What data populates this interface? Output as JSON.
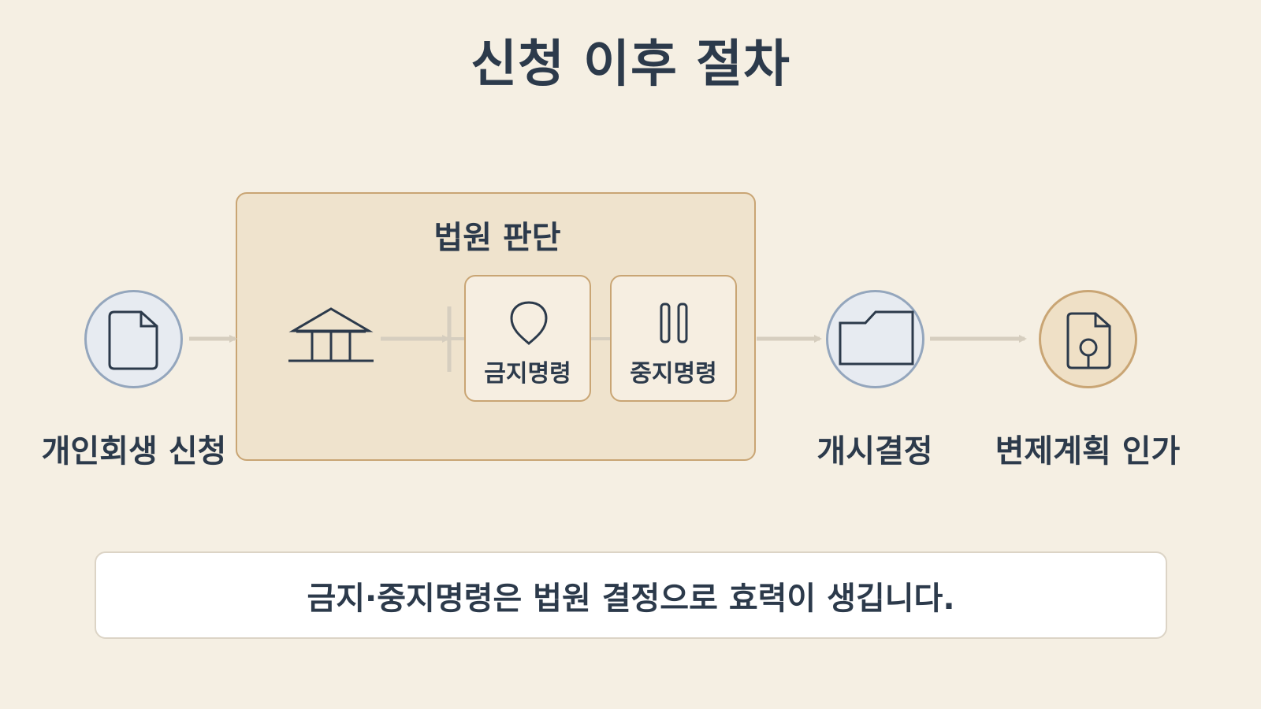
{
  "title": "신청 이후 절차",
  "court": {
    "title": "법원 판단"
  },
  "orders": [
    {
      "label": "금지명령",
      "icon": "shield-icon"
    },
    {
      "label": "중지명령",
      "icon": "pause-icon"
    }
  ],
  "steps": [
    {
      "label": "개인회생 신청",
      "icon": "document-icon"
    },
    {
      "label": "개시결정",
      "icon": "folder-icon"
    },
    {
      "label": "변제계획 인가",
      "icon": "document-seal-icon"
    }
  ],
  "note": "금지·중지명령은 법원 결정으로 효력이 생깁니다.",
  "colors": {
    "background": "#f5efe3",
    "panel": "#efe3cd",
    "accent_border": "#c9a574",
    "node_border": "#94a6bd",
    "text": "#2c3a4b",
    "arrow": "#dcd4c6"
  }
}
